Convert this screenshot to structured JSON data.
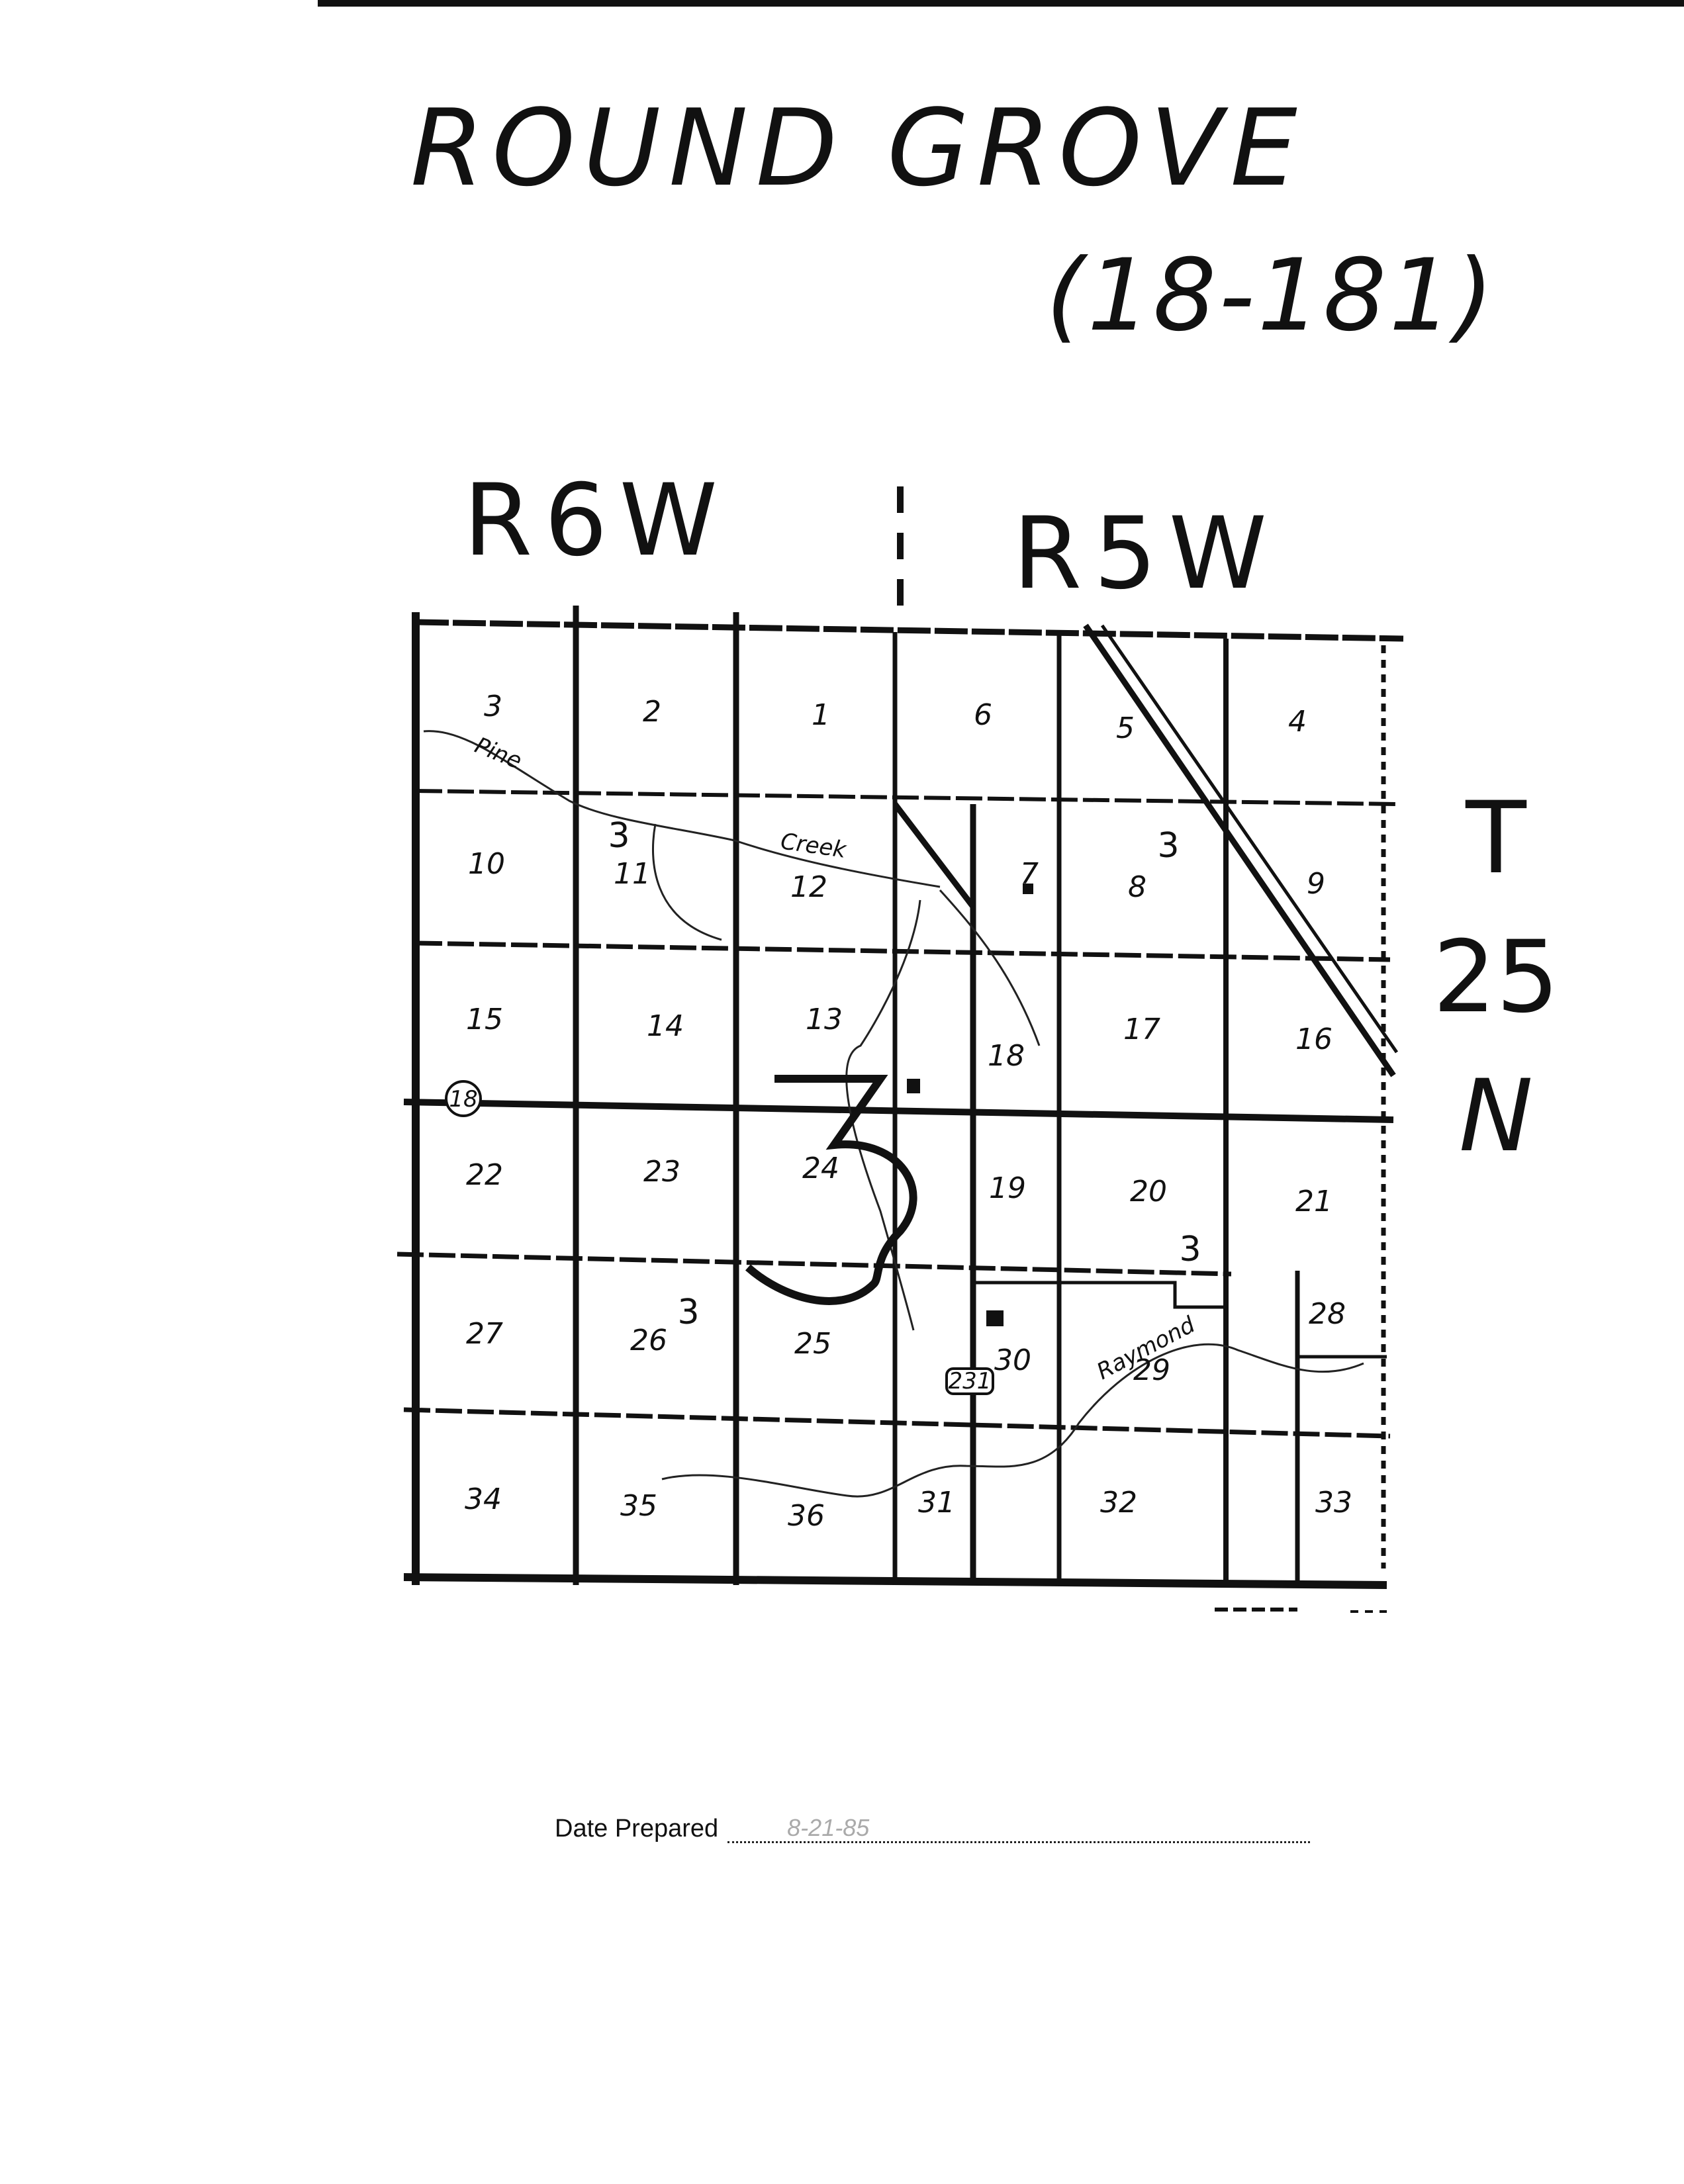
{
  "title": "ROUND GROVE",
  "code": "(18-181)",
  "ranges": [
    "R6W",
    "R5W"
  ],
  "township": [
    "T",
    "25",
    "N"
  ],
  "sections": [
    {
      "label": "3",
      "col": 0,
      "row": 0
    },
    {
      "label": "2",
      "col": 1,
      "row": 0
    },
    {
      "label": "1",
      "col": 2,
      "row": 0
    },
    {
      "label": "6",
      "col": 3,
      "row": 0
    },
    {
      "label": "5",
      "col": 4,
      "row": 0
    },
    {
      "label": "4",
      "col": 5,
      "row": 0
    },
    {
      "label": "10",
      "col": 0,
      "row": 1
    },
    {
      "label": "11",
      "col": 1,
      "row": 1
    },
    {
      "label": "12",
      "col": 2,
      "row": 1
    },
    {
      "label": "7",
      "col": 3,
      "row": 1
    },
    {
      "label": "8",
      "col": 4,
      "row": 1
    },
    {
      "label": "9",
      "col": 5,
      "row": 1
    },
    {
      "label": "15",
      "col": 0,
      "row": 2
    },
    {
      "label": "14",
      "col": 1,
      "row": 2
    },
    {
      "label": "13",
      "col": 2,
      "row": 2
    },
    {
      "label": "18",
      "col": 3,
      "row": 2
    },
    {
      "label": "17",
      "col": 4,
      "row": 2
    },
    {
      "label": "16",
      "col": 5,
      "row": 2
    },
    {
      "label": "22",
      "col": 0,
      "row": 3
    },
    {
      "label": "23",
      "col": 1,
      "row": 3
    },
    {
      "label": "24",
      "col": 2,
      "row": 3
    },
    {
      "label": "19",
      "col": 3,
      "row": 3
    },
    {
      "label": "20",
      "col": 4,
      "row": 3
    },
    {
      "label": "21",
      "col": 5,
      "row": 3
    },
    {
      "label": "27",
      "col": 0,
      "row": 4
    },
    {
      "label": "26",
      "col": 1,
      "row": 4
    },
    {
      "label": "25",
      "col": 2,
      "row": 4
    },
    {
      "label": "30",
      "col": 3,
      "row": 4
    },
    {
      "label": "29",
      "col": 4,
      "row": 4
    },
    {
      "label": "28",
      "col": 5,
      "row": 4
    },
    {
      "label": "34",
      "col": 0,
      "row": 5
    },
    {
      "label": "35",
      "col": 1,
      "row": 5
    },
    {
      "label": "36",
      "col": 2,
      "row": 5
    },
    {
      "label": "31",
      "col": 3,
      "row": 5
    },
    {
      "label": "32",
      "col": 4,
      "row": 5
    },
    {
      "label": "33",
      "col": 5,
      "row": 5
    }
  ],
  "district_marks": [
    "3",
    "3",
    "3",
    "3",
    "3"
  ],
  "road_markers": [
    "18",
    "231"
  ],
  "creek_labels": [
    "Pine",
    "Creek",
    "Raymond"
  ],
  "date_prepared": {
    "label": "Date Prepared",
    "value": "8-21-85"
  }
}
